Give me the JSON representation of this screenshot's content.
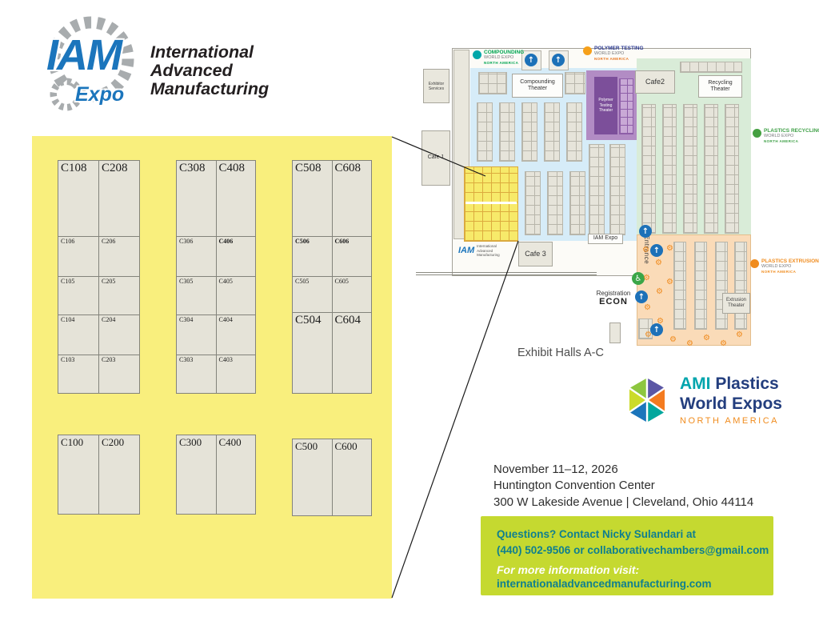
{
  "brand": {
    "iam": "IAM",
    "expo": "Expo",
    "name_lines": [
      "International",
      "Advanced",
      "Manufacturing"
    ]
  },
  "detail_map": {
    "sections": [
      {
        "rows": [
          [
            {
              "t": "C108",
              "s": "lg"
            },
            {
              "t": "C208",
              "s": "lg"
            }
          ],
          [
            {
              "t": "C106"
            },
            {
              "t": "C206"
            }
          ],
          [
            {
              "t": "C105"
            },
            {
              "t": "C205"
            }
          ],
          [
            {
              "t": "C104"
            },
            {
              "t": "C204"
            }
          ],
          [
            {
              "t": "C103"
            },
            {
              "t": "C203"
            }
          ]
        ],
        "bottom": [
          {
            "t": "C100",
            "s": "md"
          },
          {
            "t": "C200",
            "s": "md"
          }
        ]
      },
      {
        "rows": [
          [
            {
              "t": "C308",
              "s": "lg"
            },
            {
              "t": "C408",
              "s": "lg"
            }
          ],
          [
            {
              "t": "C306"
            },
            {
              "t": "C406",
              "b": 1
            }
          ],
          [
            {
              "t": "C305"
            },
            {
              "t": "C405"
            }
          ],
          [
            {
              "t": "C304"
            },
            {
              "t": "C404"
            }
          ],
          [
            {
              "t": "C303"
            },
            {
              "t": "C403"
            }
          ]
        ],
        "bottom": [
          {
            "t": "C300",
            "s": "md"
          },
          {
            "t": "C400",
            "s": "md"
          }
        ]
      },
      {
        "rows": [
          [
            {
              "t": "C508",
              "s": "lg"
            },
            {
              "t": "C608",
              "s": "lg"
            }
          ],
          [
            {
              "t": "C506",
              "b": 1
            },
            {
              "t": "C606",
              "b": 1
            }
          ],
          [
            {
              "t": "C505"
            },
            {
              "t": "C605"
            }
          ],
          [
            {
              "t": "C504",
              "s": "lg"
            },
            {
              "t": "C604",
              "s": "lg"
            }
          ]
        ],
        "bottom": [
          {
            "t": "C500",
            "s": "md"
          },
          {
            "t": "C600",
            "s": "md"
          }
        ]
      }
    ]
  },
  "overview": {
    "logos": {
      "compounding": {
        "line1": "COMPOUNDING",
        "line2": "WORLD EXPO",
        "line3": "NORTH AMERICA"
      },
      "polymer": {
        "line1": "POLYMER TESTING",
        "line2": "WORLD EXPO",
        "line3": "NORTH AMERICA"
      },
      "recycling": {
        "line1": "PLASTICS RECYCLING",
        "line2": "WORLD EXPO",
        "line3": "NORTH AMERICA"
      },
      "extrusion": {
        "line1": "PLASTICS EXTRUSION",
        "line2": "WORLD EXPO",
        "line3": "NORTH AMERICA"
      }
    },
    "labels": {
      "exhibitor_services": "Exhibitor Services",
      "cafe1": "Cafe 1",
      "cafe2": "Cafe2",
      "cafe3": "Cafe 3",
      "compounding_theater": "Compounding Theater",
      "recycling_theater": "Recycling Theater",
      "extrusion_theater": "Extrusion Theater",
      "polymer_theater": "Polymer Testing Theater",
      "iam_expo": "IAM Expo",
      "iam_mini_text": "International Advanced Manufacturing",
      "entrance": "Entrance",
      "registration": "Registration",
      "econ": "ECON",
      "exhibit_halls": "Exhibit Halls A-C"
    }
  },
  "icons": {
    "up": "↑",
    "wc": "♿",
    "gear": "⚙"
  },
  "ami": {
    "word1": "AMI",
    "word2": "Plastics",
    "line2": "World Expos",
    "line3": "NORTH AMERICA"
  },
  "event": {
    "date": "November 11–12, 2026",
    "venue": "Huntington Convention Center",
    "address": "300 W Lakeside Avenue | Cleveland, Ohio 44114"
  },
  "contact": {
    "q1": "Questions? Contact Nicky Sulandari at",
    "q2": "(440) 502-9506 or collaborativechambers@gmail.com",
    "more": "For more information visit:",
    "site": "internationaladvancedmanufacturing.com"
  },
  "colors": {
    "iam_blue": "#1b75bc",
    "yellow_zone": "#f9ef7d",
    "zone_blue": "#d6ecf8",
    "zone_green": "#d9ecd8",
    "zone_purple": "#b28cc4",
    "zone_purple_dark": "#7c4f9a",
    "zone_orange": "#fadbb8",
    "lime_box": "#c5d930",
    "teal_text": "#0f7f8f",
    "orange_brand": "#f08c1e",
    "green_brand": "#3fa047"
  }
}
